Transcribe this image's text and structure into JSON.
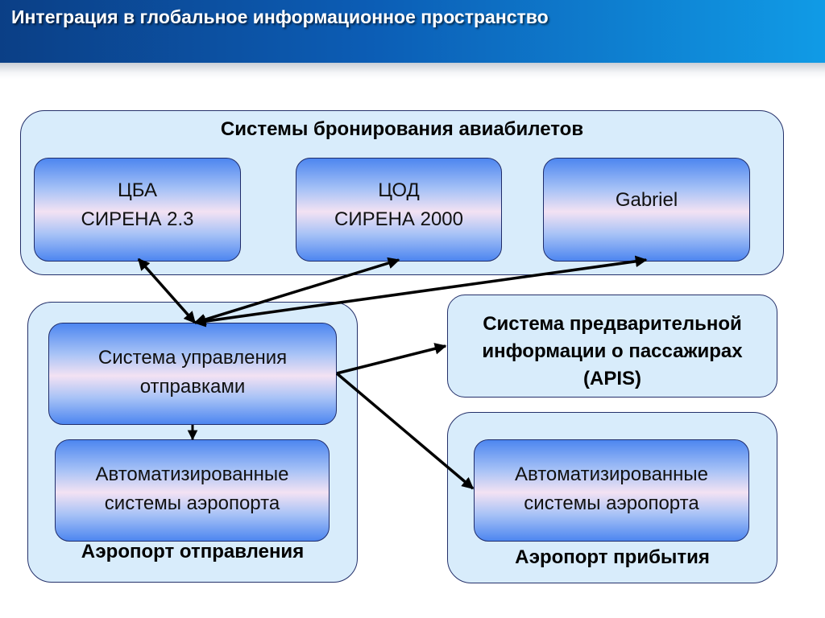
{
  "header": {
    "title": "Интеграция в глобальное информационное пространство"
  },
  "booking": {
    "label": "Системы бронирования авиабилетов",
    "systems": [
      {
        "text": "ЦБА\nСИРЕНА 2.3"
      },
      {
        "text": "ЦОД\nСИРЕНА 2000"
      },
      {
        "text": "Gabriel"
      }
    ]
  },
  "departure": {
    "label": "Аэропорт отправления",
    "dcs": "Система управления\nотправками",
    "airport_systems": "Автоматизированные\nсистемы аэропорта"
  },
  "apis": {
    "text": "Система предварительной\nинформации о пассажирах\n(APIS)"
  },
  "arrival": {
    "label": "Аэропорт прибытия",
    "airport_systems": "Автоматизированные\nсистемы аэропорта"
  },
  "colors": {
    "header_dark": "#0b3f86",
    "header_light": "#109be6",
    "group_fill": "#d8ecfb",
    "box_blue": "#4d86f0",
    "arrow": "#000000"
  }
}
